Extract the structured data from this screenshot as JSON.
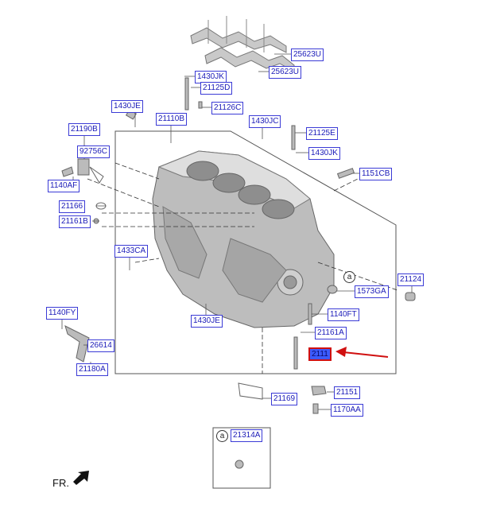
{
  "diagram": {
    "labels": [
      {
        "id": "25623U_a",
        "text": "25623U"
      },
      {
        "id": "25623U_b",
        "text": "25623U"
      },
      {
        "id": "1430JK_a",
        "text": "1430JK"
      },
      {
        "id": "21125D",
        "text": "21125D"
      },
      {
        "id": "1430JE_a",
        "text": "1430JE"
      },
      {
        "id": "21110B",
        "text": "21110B"
      },
      {
        "id": "21126C",
        "text": "21126C"
      },
      {
        "id": "1430JC",
        "text": "1430JC"
      },
      {
        "id": "21125E",
        "text": "21125E"
      },
      {
        "id": "1430JK_b",
        "text": "1430JK"
      },
      {
        "id": "21190B",
        "text": "21190B"
      },
      {
        "id": "92756C",
        "text": "92756C"
      },
      {
        "id": "1151CB",
        "text": "1151CB"
      },
      {
        "id": "1140AF",
        "text": "1140AF"
      },
      {
        "id": "21166",
        "text": "21166"
      },
      {
        "id": "21161B",
        "text": "21161B"
      },
      {
        "id": "1433CA",
        "text": "1433CA"
      },
      {
        "id": "21124",
        "text": "21124"
      },
      {
        "id": "1573GA",
        "text": "1573GA"
      },
      {
        "id": "1140FY",
        "text": "1140FY"
      },
      {
        "id": "1140FT",
        "text": "1140FT"
      },
      {
        "id": "1430JE_b",
        "text": "1430JE"
      },
      {
        "id": "21161A",
        "text": "21161A"
      },
      {
        "id": "26614",
        "text": "26614"
      },
      {
        "id": "2111X",
        "text": "2111"
      },
      {
        "id": "21180A",
        "text": "21180A"
      },
      {
        "id": "21151",
        "text": "21151"
      },
      {
        "id": "21169",
        "text": "21169"
      },
      {
        "id": "1170AA",
        "text": "1170AA"
      },
      {
        "id": "21314A",
        "text": "21314A"
      }
    ],
    "callout_ref": "a",
    "direction_label": "FR.",
    "colors": {
      "label_border": "#3b3bd6",
      "label_text": "#1a1ab8",
      "highlight_fill": "#3b5bff",
      "arrow": "#d01010"
    }
  }
}
